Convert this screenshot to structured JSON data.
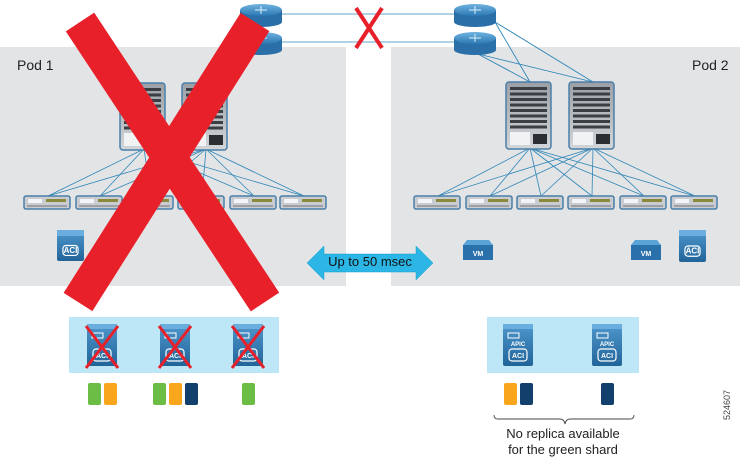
{
  "pods": [
    {
      "label": "Pod 1",
      "status": "failed"
    },
    {
      "label": "Pod 2",
      "status": "active"
    }
  ],
  "latency_label": "Up to 50 msec",
  "caption": {
    "line1": "No replica available",
    "line2": "for the green shard"
  },
  "figure_id": "524607",
  "icons": {
    "vm_label": "VM",
    "aci_label": "ACI",
    "apic_label": "APIC"
  },
  "colors": {
    "pod_bg": "#e3e4e6",
    "cluster_bg": "#bde6f6",
    "failure_red": "#e8202a",
    "link_blue": "#2f86b8",
    "arrow_blue": "#2bb6e6",
    "device_blue": "#2e78b0",
    "shard_green": "#6cbd45",
    "shard_orange": "#f9a61c",
    "shard_navy": "#133f6d"
  },
  "apic_clusters": [
    {
      "pod": "Pod 1",
      "controllers": [
        {
          "failed": true,
          "shards": [
            "green",
            "orange"
          ]
        },
        {
          "failed": true,
          "shards": [
            "green",
            "orange",
            "navy"
          ]
        },
        {
          "failed": true,
          "shards": [
            "green"
          ]
        }
      ]
    },
    {
      "pod": "Pod 2",
      "controllers": [
        {
          "failed": false,
          "shards": [
            "orange",
            "navy"
          ]
        },
        {
          "failed": false,
          "shards": [
            "navy"
          ]
        }
      ]
    }
  ]
}
